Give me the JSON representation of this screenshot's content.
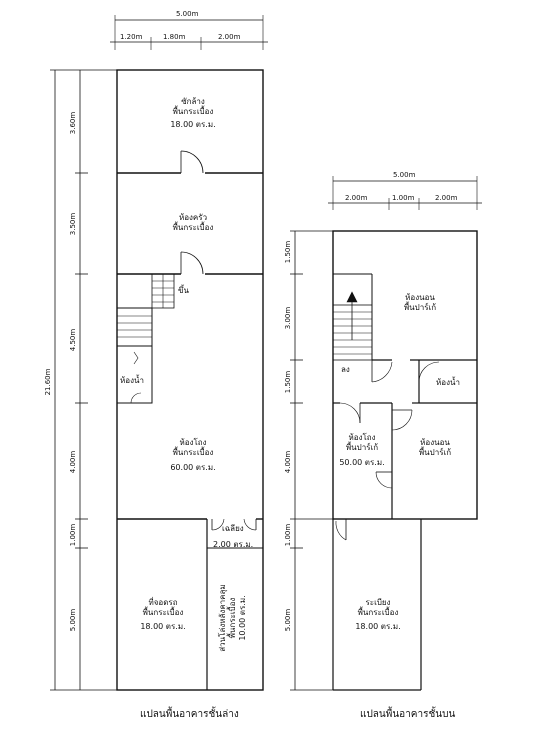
{
  "ground_floor": {
    "caption": "แปลนพื้นอาคารชั้นล่าง",
    "total_width": "5.00m",
    "width_parts": [
      "1.20m",
      "1.80m",
      "2.00m"
    ],
    "total_length": "21.60m",
    "length_parts": [
      "3.60m",
      "3.50m",
      "4.50m",
      "4.00m",
      "1.00m",
      "5.00m"
    ],
    "rooms": {
      "laundry": {
        "name": "ซักล้าง",
        "floor": "พื้นกระเบื้อง",
        "area": "18.00 ตร.ม."
      },
      "kitchen": {
        "name": "ห้องครัว",
        "floor": "พื้นกระเบื้อง"
      },
      "stair_up": "ขึ้น",
      "bathroom": "ห้องน้ำ",
      "hall": {
        "name": "ห้องโถง",
        "floor": "พื้นกระเบื้อง",
        "area": "60.00 ตร.ม."
      },
      "porch": "เฉลียง",
      "porch_width": "2.00 ตร.ม.",
      "parking": {
        "name": "ที่จอดรถ",
        "floor": "พื้นกระเบื้อง",
        "area": "18.00 ตร.ม."
      },
      "garden": {
        "name": "ส่วนโล่งหลังคาคลุม",
        "floor": "พื้นกระเบื้อง",
        "area": "10.00 ตร.ม."
      }
    }
  },
  "upper_floor": {
    "caption": "แปลนพื้นอาคารชั้นบน",
    "total_width": "5.00m",
    "width_parts": [
      "2.00m",
      "1.00m",
      "2.00m"
    ],
    "length_parts": [
      "1.50m",
      "3.00m",
      "1.50m",
      "4.00m",
      "1.00m",
      "5.00m"
    ],
    "rooms": {
      "bedroom1": {
        "name": "ห้องนอน",
        "floor": "พื้นปาร์เก้"
      },
      "stair_down": "ลง",
      "bathroom": "ห้องน้ำ",
      "hall": {
        "name": "ห้องโถง",
        "floor": "พื้นปาร์เก้",
        "area": "50.00 ตร.ม."
      },
      "bedroom2": {
        "name": "ห้องนอน",
        "floor": "พื้นปาร์เก้"
      },
      "balcony": {
        "name": "ระเบียง",
        "floor": "พื้นกระเบื้อง",
        "area": "18.00 ตร.ม."
      }
    }
  }
}
